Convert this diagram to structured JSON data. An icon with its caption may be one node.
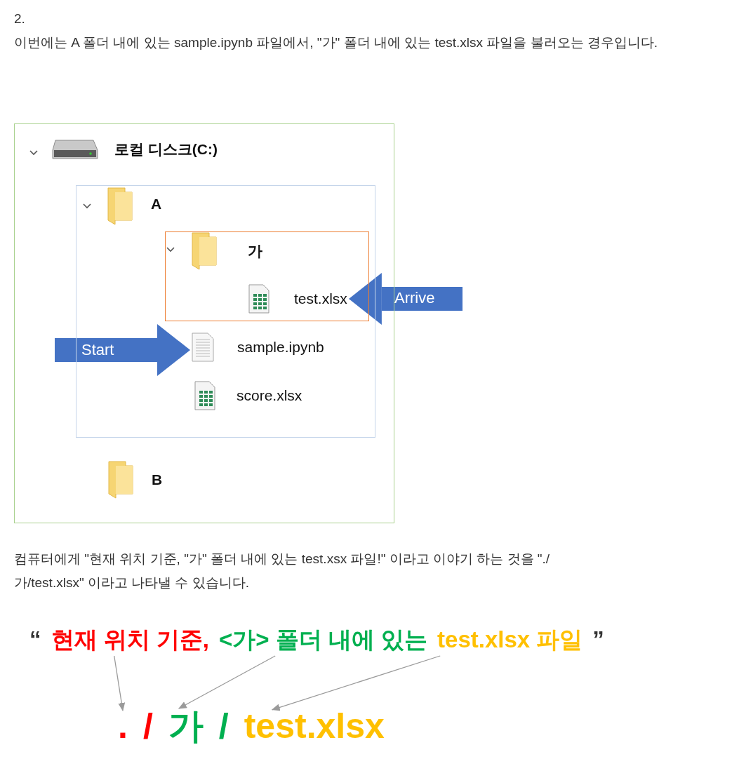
{
  "diagram": {
    "nodes": [
      {
        "text": [
          "로컬 디스크(C:)"
        ]
      },
      {
        "text": [
          "A"
        ],
        "in": 0
      },
      {
        "text": [
          "가"
        ],
        "in": 1
      },
      {
        "text": [
          "test.xlsx"
        ],
        "in": 2
      },
      {
        "text": [
          "sample.ipynb"
        ],
        "in": 1
      },
      {
        "text": [
          "score.xlsx"
        ],
        "in": 1
      },
      {
        "text": [
          "B"
        ],
        "in": 0
      },
      {
        "text": [
          "현재 위치 기준,"
        ]
      },
      {
        "text": [
          "<가> 폴더 내에 있는"
        ]
      },
      {
        "text": [
          "test.xlsx 파일"
        ]
      },
      {
        "text": [
          "."
        ]
      },
      {
        "text": [
          "가"
        ]
      },
      {
        "text": [
          "test.xlsx"
        ]
      }
    ],
    "edges": [
      {
        "from": null,
        "to": 4,
        "arrow": "to",
        "label": "Start",
        "style": "thick",
        "color": "#4472c4"
      },
      {
        "from": null,
        "to": 3,
        "arrow": "to",
        "label": "Arrive",
        "style": "thick",
        "color": "#4472c4"
      },
      {
        "from": 7,
        "to": 10,
        "arrow": "to"
      },
      {
        "from": 8,
        "to": 11,
        "arrow": "to"
      },
      {
        "from": 9,
        "to": 12,
        "arrow": "to"
      }
    ],
    "labels": [
      "2.",
      "이번에는 A 폴더 내에 있는 sample.ipynb 파일에서, \"가\" 폴더 내에 있는 test.xlsx 파일을 불러오는 경우입니다.",
      "컴퓨터에게 \"현재 위치 기준, \"가\" 폴더 내에 있는 test.xsx 파일!\" 이라고 이야기 하는 것을 \"./가/test.xlsx\" 이라고 나타낼 수 있습니다.",
      "“",
      "”",
      "/",
      "/"
    ]
  }
}
